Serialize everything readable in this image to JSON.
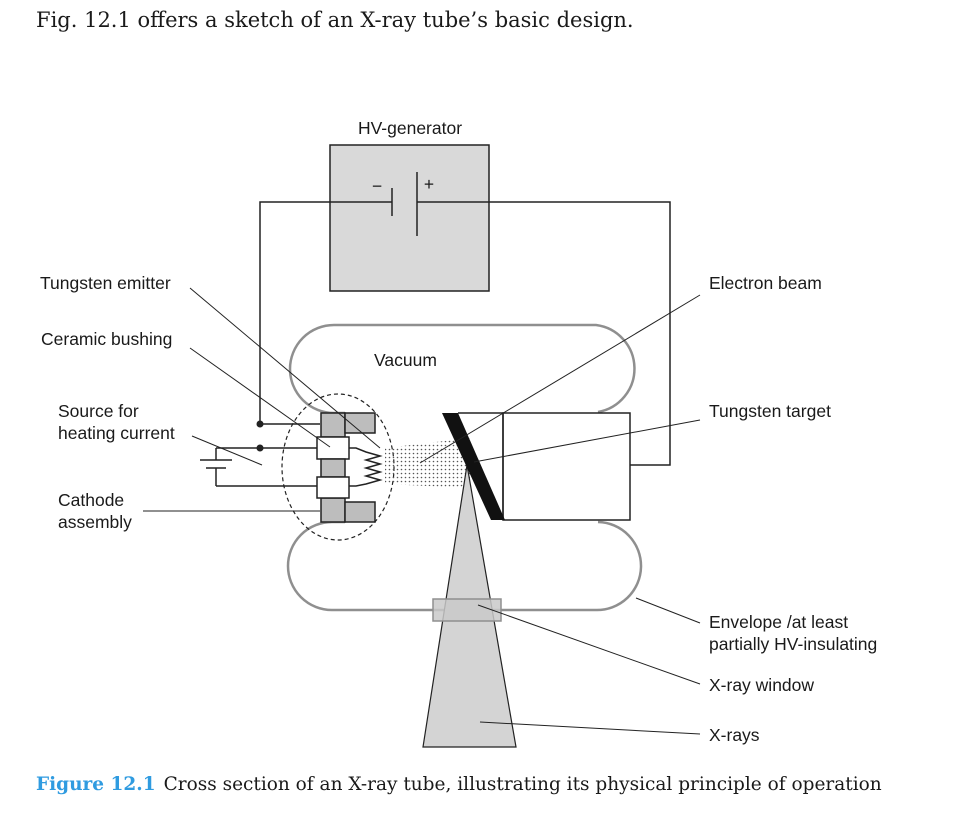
{
  "intro_text": "Fig. 12.1 offers a sketch of an X-ray tube’s basic design.",
  "caption": {
    "label": "Figure 12.1",
    "text": "Cross section of an X-ray tube, illustrating its physical principle of operation"
  },
  "colors": {
    "caption_label": "#2f9be0",
    "generator_fill": "#d9d9d9",
    "envelope_stroke": "#8f8f8f",
    "xray_fill": "#d4d4d4"
  },
  "labels": {
    "hv_generator": "HV-generator",
    "minus": "−",
    "plus": "+",
    "vacuum": "Vacuum",
    "tungsten_emitter": "Tungsten emitter",
    "ceramic_bushing": "Ceramic bushing",
    "heating_line1": "Source for",
    "heating_line2": "heating current",
    "cathode_line1": "Cathode",
    "cathode_line2": "assembly",
    "electron_beam": "Electron beam",
    "tungsten_target": "Tungsten target",
    "envelope_line1": "Envelope /at least",
    "envelope_line2": "partially HV-insulating",
    "xray_window": "X-ray window",
    "xrays": "X-rays"
  }
}
